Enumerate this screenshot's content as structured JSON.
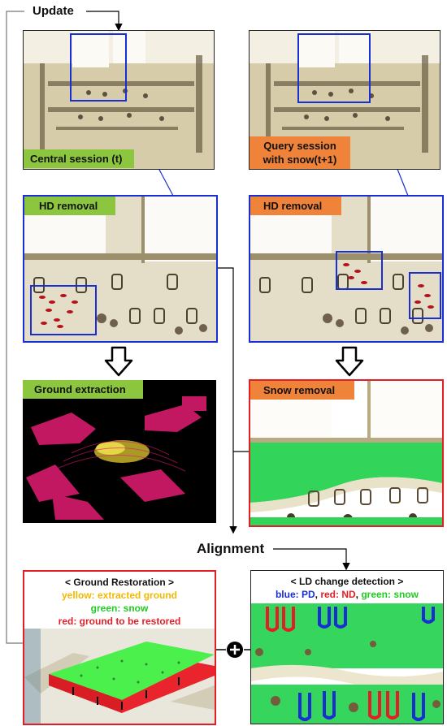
{
  "labels": {
    "update": "Update",
    "alignment": "Alignment"
  },
  "panels": {
    "central": {
      "tag": "Central session (t)"
    },
    "query": {
      "tag_line1": "Query session",
      "tag_line2": "with snow(t+1)"
    },
    "hd_left": {
      "tag": "HD removal"
    },
    "hd_right": {
      "tag": "HD removal"
    },
    "ground": {
      "tag": "Ground extraction"
    },
    "snow": {
      "tag": "Snow removal"
    },
    "restoration": {
      "title": "< Ground Restoration >",
      "line_yellow": "yellow: extracted ground",
      "line_green": "green: snow",
      "line_red": "red: ground to be restored"
    },
    "ld": {
      "title": "< LD change detection >",
      "blue": "blue: PD",
      "sep1": ", ",
      "red": "red: ND",
      "sep2": ", ",
      "green": "green: snow"
    }
  },
  "colors": {
    "blue_frame": "#1a2fd1",
    "red_frame": "#e21f26",
    "green_tag": "#8cc63e",
    "orange_tag": "#f0833a",
    "caption_yellow": "#f2b800",
    "caption_green": "#22cc22",
    "caption_red": "#e21f26",
    "caption_blue": "#1a2fd1"
  },
  "icons": {
    "plus": "plus-circle-icon",
    "down_arrow": "hollow-down-arrow-icon"
  }
}
